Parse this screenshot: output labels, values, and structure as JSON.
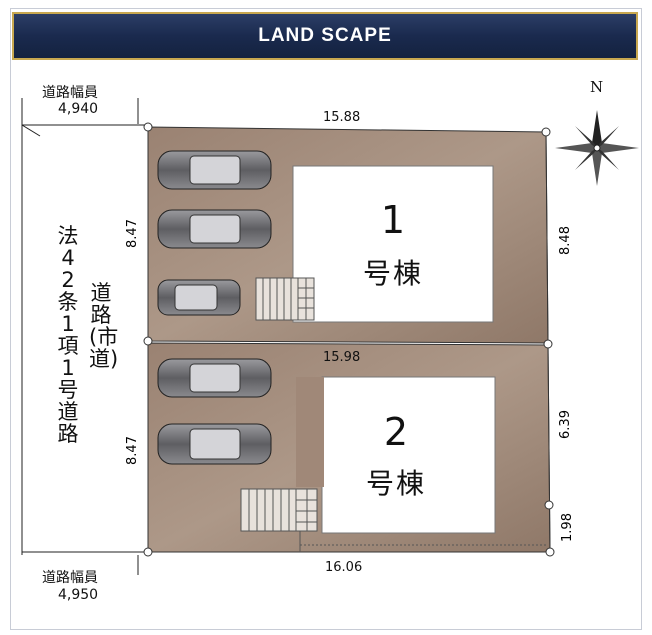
{
  "header": {
    "title": "LAND SCAPE"
  },
  "compass": {
    "north_label": "N"
  },
  "road": {
    "top_width_label": "道路幅員",
    "top_width_value": "4,940",
    "bottom_width_label": "道路幅員",
    "bottom_width_value": "4,950",
    "law_text": "法42条1項1号道路",
    "type_text": "道路(市道)"
  },
  "dimensions": {
    "top": "15.88",
    "middle": "15.98",
    "bottom": "16.06",
    "left_upper": "8.47",
    "left_lower": "8.47",
    "right_upper": "8.48",
    "right_lower": "6.39",
    "right_small": "1.98"
  },
  "buildings": [
    {
      "number": "1",
      "name": "号棟"
    },
    {
      "number": "2",
      "name": "号棟"
    }
  ],
  "colors": {
    "lot": "#a08878",
    "lot_shadow": "#7a6656",
    "building": "#ffffff",
    "header_bg": "#1a2a4e",
    "header_border": "#c8a850"
  }
}
